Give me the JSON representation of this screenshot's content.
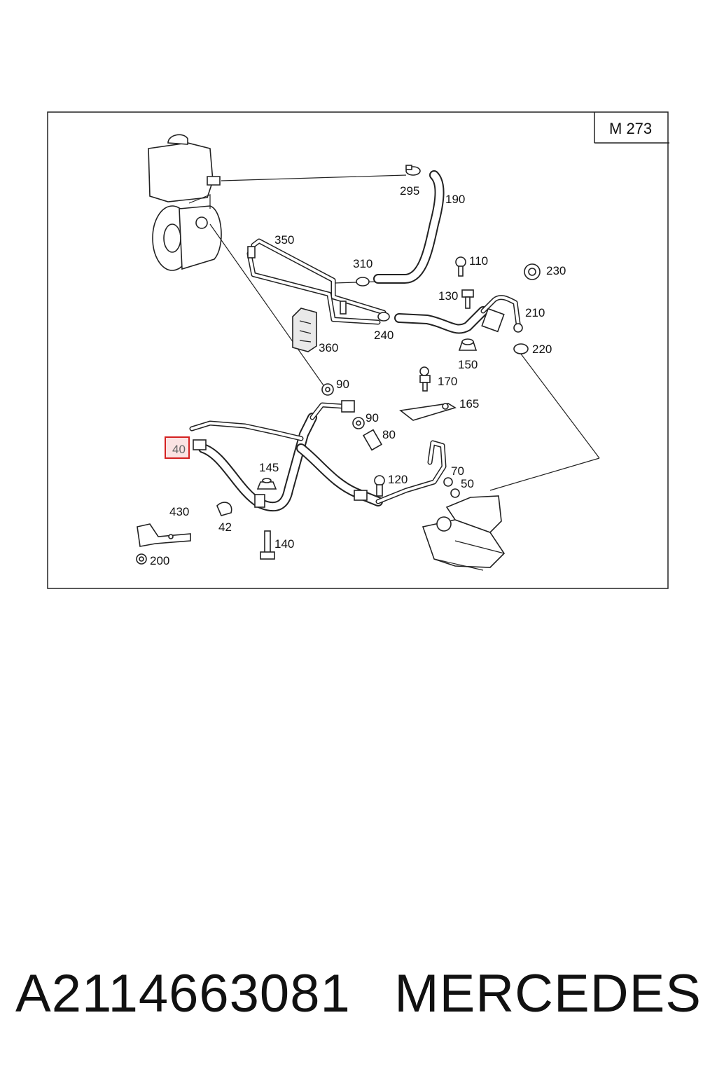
{
  "model_label": "M 273",
  "highlighted_callout": "40",
  "callouts": {
    "c295": "295",
    "c190": "190",
    "c350": "350",
    "c310": "310",
    "c110": "110",
    "c230": "230",
    "c130": "130",
    "c210": "210",
    "c240": "240",
    "c360": "360",
    "c150": "150",
    "c220": "220",
    "c170": "170",
    "c90a": "90",
    "c165": "165",
    "c90b": "90",
    "c80": "80",
    "c145": "145",
    "c70": "70",
    "c120": "120",
    "c50": "50",
    "c430": "430",
    "c42": "42",
    "c140": "140",
    "c200": "200"
  },
  "footer": {
    "part_number": "A2114663081",
    "brand": "MERCEDES"
  }
}
